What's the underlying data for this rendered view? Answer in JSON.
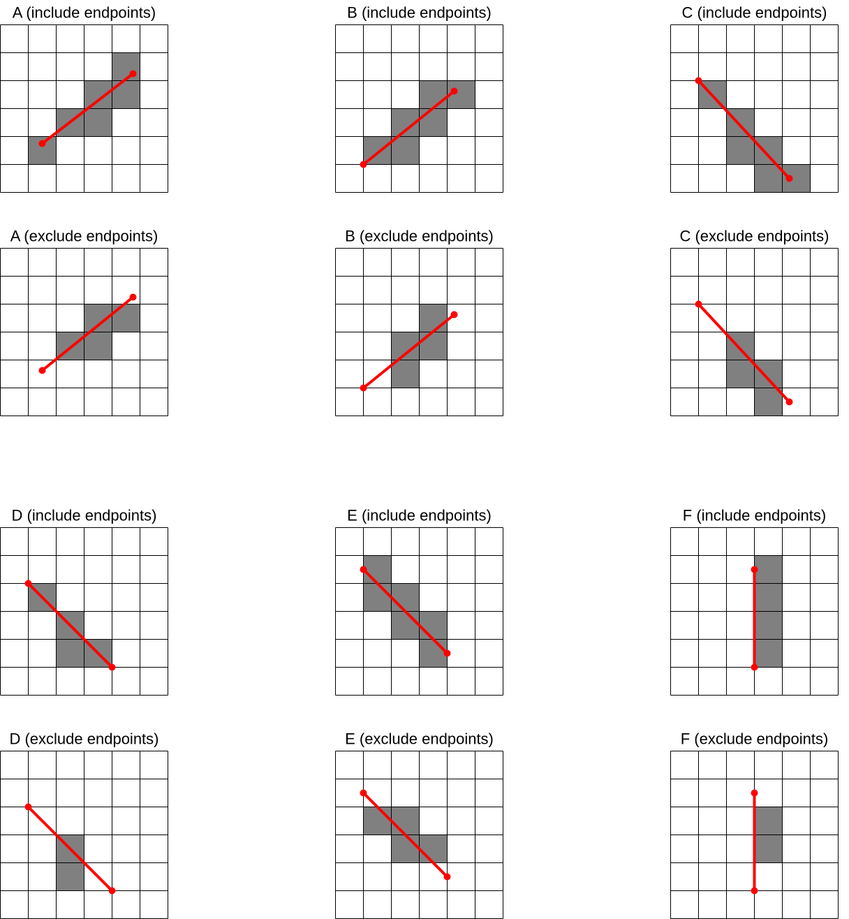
{
  "colors": {
    "filled_cell": "#808080",
    "segment": "#ff0000",
    "grid_line": "#000000",
    "background": "#ffffff"
  },
  "grid_size": 6,
  "panels": [
    {
      "title": "A (include endpoints)",
      "line": {
        "from": [
          1.5,
          4.25
        ],
        "to": [
          4.75,
          1.75
        ]
      },
      "filled": [
        [
          1,
          4
        ],
        [
          2,
          3
        ],
        [
          3,
          3
        ],
        [
          3,
          2
        ],
        [
          4,
          2
        ],
        [
          4,
          1
        ]
      ]
    },
    {
      "title": "B (include endpoints)",
      "line": {
        "from": [
          1.0,
          5.0
        ],
        "to": [
          4.25,
          2.375
        ]
      },
      "filled": [
        [
          1,
          4
        ],
        [
          2,
          4
        ],
        [
          2,
          3
        ],
        [
          3,
          3
        ],
        [
          3,
          2
        ],
        [
          4,
          2
        ]
      ]
    },
    {
      "title": "C (include endpoints)",
      "line": {
        "from": [
          1.0,
          2.0
        ],
        "to": [
          4.25,
          5.5
        ]
      },
      "filled": [
        [
          1,
          2
        ],
        [
          2,
          3
        ],
        [
          2,
          4
        ],
        [
          3,
          4
        ],
        [
          3,
          5
        ],
        [
          4,
          5
        ]
      ]
    },
    {
      "title": "A (exclude endpoints)",
      "line": {
        "from": [
          1.5,
          4.375
        ],
        "to": [
          4.75,
          1.75
        ]
      },
      "filled": [
        [
          2,
          3
        ],
        [
          3,
          3
        ],
        [
          3,
          2
        ],
        [
          4,
          2
        ]
      ]
    },
    {
      "title": "B (exclude endpoints)",
      "line": {
        "from": [
          1.0,
          5.0
        ],
        "to": [
          4.25,
          2.375
        ]
      },
      "filled": [
        [
          2,
          4
        ],
        [
          2,
          3
        ],
        [
          3,
          3
        ],
        [
          3,
          2
        ]
      ]
    },
    {
      "title": "C (exclude endpoints)",
      "line": {
        "from": [
          1.0,
          2.0
        ],
        "to": [
          4.25,
          5.5
        ]
      },
      "filled": [
        [
          2,
          3
        ],
        [
          2,
          4
        ],
        [
          3,
          4
        ],
        [
          3,
          5
        ]
      ]
    },
    {
      "title": "D (include endpoints)",
      "line": {
        "from": [
          1.0,
          2.0
        ],
        "to": [
          4.0,
          5.0
        ]
      },
      "filled": [
        [
          1,
          2
        ],
        [
          2,
          3
        ],
        [
          2,
          4
        ],
        [
          3,
          4
        ]
      ]
    },
    {
      "title": "E (include endpoints)",
      "line": {
        "from": [
          1.0,
          1.5
        ],
        "to": [
          4.0,
          4.5
        ]
      },
      "filled": [
        [
          1,
          1
        ],
        [
          1,
          2
        ],
        [
          2,
          2
        ],
        [
          2,
          3
        ],
        [
          3,
          3
        ],
        [
          3,
          4
        ]
      ]
    },
    {
      "title": "F (include endpoints)",
      "line": {
        "from": [
          3.0,
          1.5
        ],
        "to": [
          3.0,
          5.0
        ]
      },
      "filled": [
        [
          3,
          1
        ],
        [
          3,
          2
        ],
        [
          3,
          3
        ],
        [
          3,
          4
        ]
      ]
    },
    {
      "title": "D (exclude endpoints)",
      "line": {
        "from": [
          1.0,
          2.0
        ],
        "to": [
          4.0,
          5.0
        ]
      },
      "filled": [
        [
          2,
          3
        ],
        [
          2,
          4
        ]
      ]
    },
    {
      "title": "E (exclude endpoints)",
      "line": {
        "from": [
          1.0,
          1.5
        ],
        "to": [
          4.0,
          4.5
        ]
      },
      "filled": [
        [
          1,
          2
        ],
        [
          2,
          2
        ],
        [
          2,
          3
        ],
        [
          3,
          3
        ]
      ]
    },
    {
      "title": "F (exclude endpoints)",
      "line": {
        "from": [
          3.0,
          1.5
        ],
        "to": [
          3.0,
          5.0
        ]
      },
      "filled": [
        [
          3,
          2
        ],
        [
          3,
          3
        ]
      ]
    }
  ]
}
